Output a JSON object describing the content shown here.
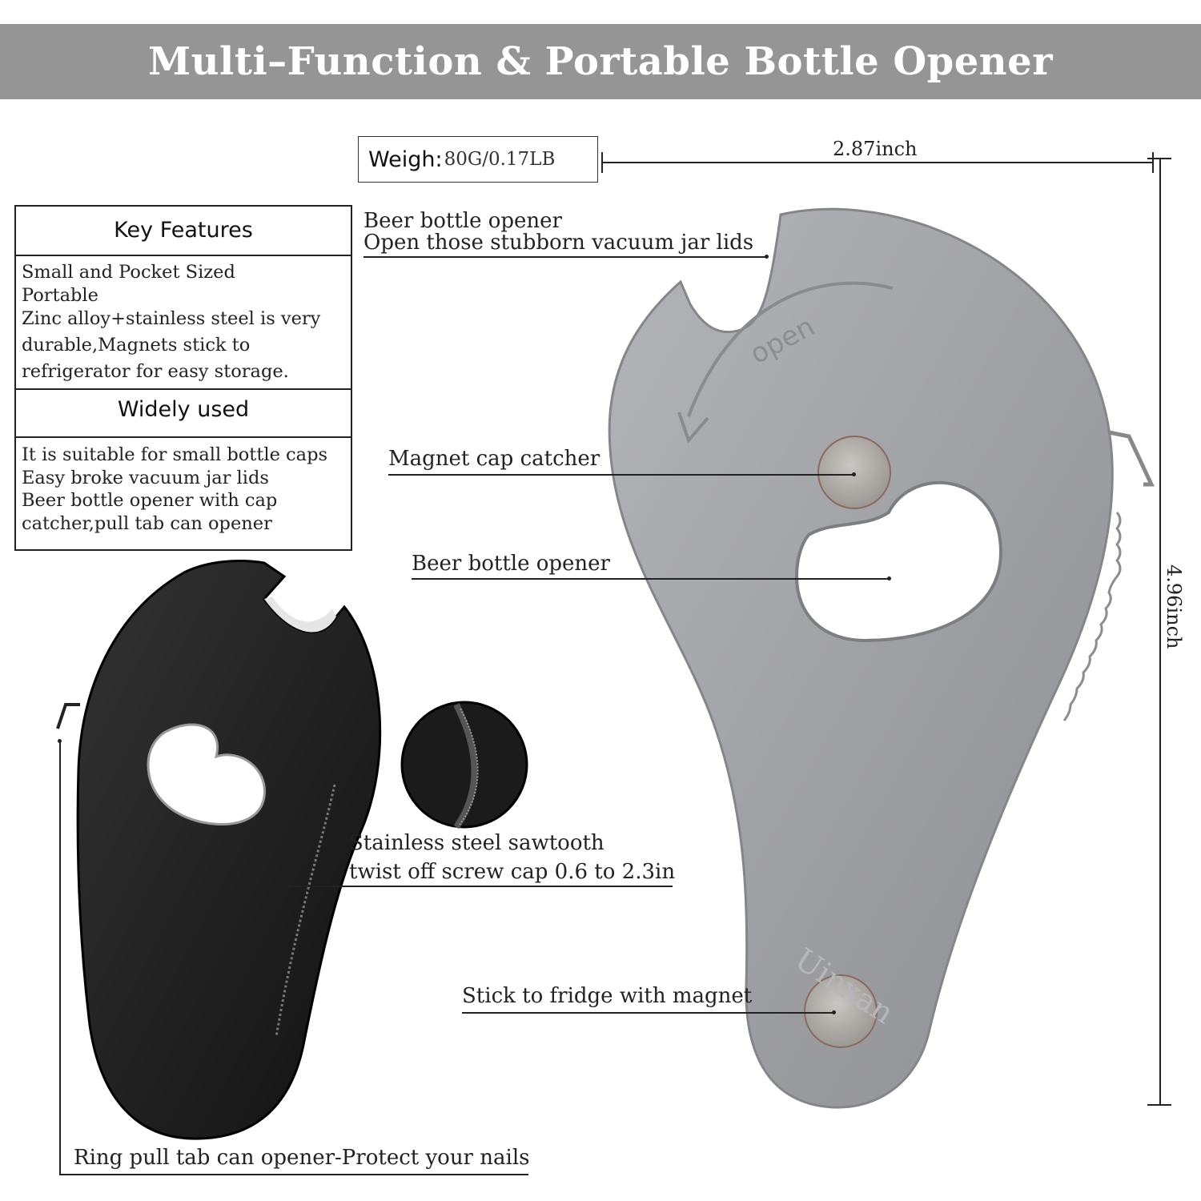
{
  "header": {
    "title": "Multi–Function & Portable Bottle Opener"
  },
  "weight": {
    "label": "Weigh:",
    "value": "80G/0.17LB"
  },
  "dimensions": {
    "width": "2.87inch",
    "height": "4.96inch"
  },
  "key_features": {
    "title": "Key Features",
    "lines": [
      "Small and Pocket Sized",
      "Portable",
      "Zinc alloy+stainless steel is very",
      "durable,Magnets stick to",
      "refrigerator for easy storage."
    ]
  },
  "widely_used": {
    "title": "Widely used",
    "lines": [
      "It is suitable for small bottle caps",
      "Easy broke vacuum jar lids",
      "Beer bottle opener with cap",
      "catcher,pull tab can opener"
    ]
  },
  "callouts": {
    "jar": {
      "line1": "Beer bottle opener",
      "line2": "Open those stubborn vacuum jar lids"
    },
    "magnet_cap": "Magnet cap catcher",
    "beer_opener": "Beer bottle opener",
    "sawtooth": {
      "line1": "Stainless steel sawtooth",
      "line2": "twist off screw cap 0.6 to 2.3in"
    },
    "fridge": "Stick to fridge with magnet",
    "ring_pull": "Ring pull tab can opener-Protect your nails"
  },
  "product": {
    "open_text": "open",
    "brand": "Uinxan"
  },
  "colors": {
    "banner": "#959595",
    "silver_body": "#9d9ea2",
    "black_body": "#1c1c1c"
  }
}
